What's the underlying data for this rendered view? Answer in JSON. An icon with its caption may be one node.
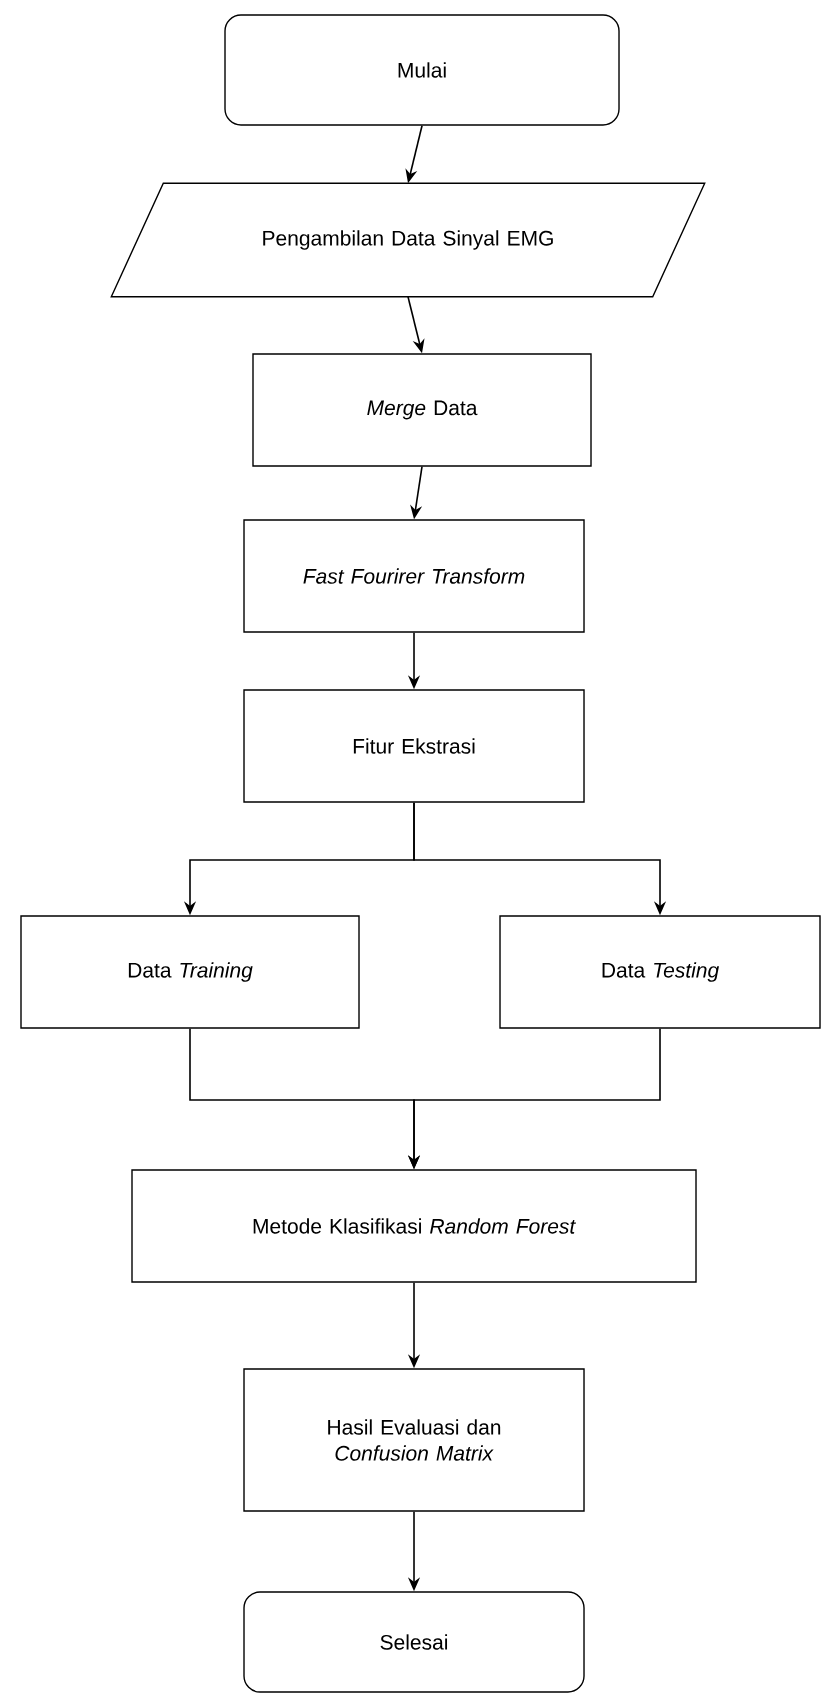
{
  "diagram": {
    "nodes": [
      {
        "text": [
          "Mulai"
        ]
      },
      {
        "text": [
          "Pengambilan Data Sinyal EMG"
        ]
      },
      {
        "text": [
          "*Merge* Data"
        ]
      },
      {
        "text": [
          "Fast Fourirer Transform"
        ]
      },
      {
        "text": [
          "Fitur Ekstrasi"
        ]
      },
      {
        "text": [
          "Data *Training*"
        ]
      },
      {
        "text": [
          "Data *Testing*"
        ]
      },
      {
        "text": [
          "Metode Klasifikasi *Random Forest*"
        ]
      },
      {
        "text": [
          "Hasil Evaluasi dan *Confusion Matrix*"
        ]
      },
      {
        "text": [
          "Selesai"
        ]
      }
    ],
    "edges": [
      {
        "from": 0,
        "to": 1,
        "arrow": "to"
      },
      {
        "from": 1,
        "to": 2,
        "arrow": "to"
      },
      {
        "from": 2,
        "to": 3,
        "arrow": "to"
      },
      {
        "from": 3,
        "to": 4,
        "arrow": "to"
      },
      {
        "from": 4,
        "to": 5,
        "arrow": "to"
      },
      {
        "from": 4,
        "to": 6,
        "arrow": "to"
      },
      {
        "from": 5,
        "to": 7,
        "arrow": "to"
      },
      {
        "from": 6,
        "to": 7,
        "arrow": "to"
      },
      {
        "from": 7,
        "to": 8,
        "arrow": "to"
      },
      {
        "from": 8,
        "to": 9,
        "arrow": "to"
      }
    ]
  }
}
